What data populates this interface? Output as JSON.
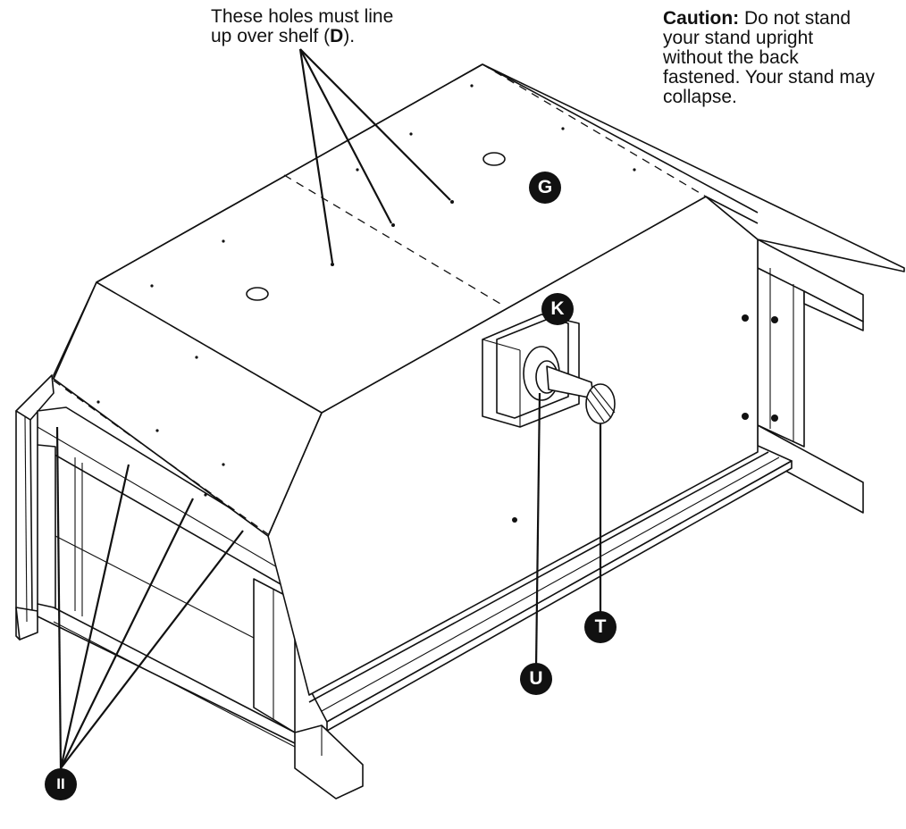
{
  "notes": {
    "holes_line1": "These holes must line",
    "holes_line2_pre": "up over shelf (",
    "holes_line2_bold": "D",
    "holes_line2_post": ").",
    "caution_label": "Caution:",
    "caution_l1": " Do not stand",
    "caution_l2": "your stand upright",
    "caution_l3": "without the back",
    "caution_l4": "fastened. Your stand may",
    "caution_l5": "collapse."
  },
  "callouts": {
    "G": "G",
    "K": "K",
    "T": "T",
    "U": "U",
    "II": "II"
  }
}
